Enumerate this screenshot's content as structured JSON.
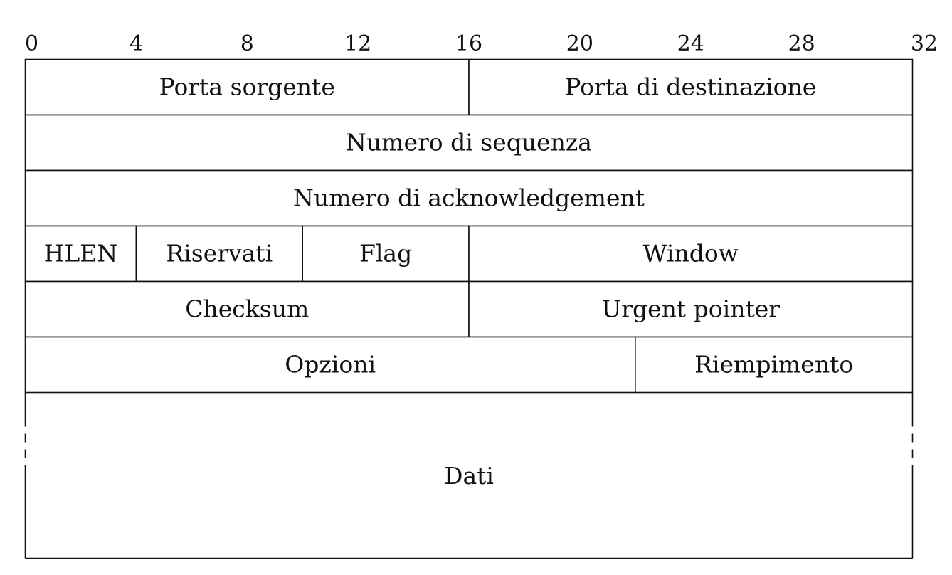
{
  "bit_scale": [
    "0",
    "4",
    "8",
    "12",
    "16",
    "20",
    "24",
    "28",
    "32"
  ],
  "rows": [
    {
      "fields": [
        {
          "label": "Porta sorgente",
          "bits": 16
        },
        {
          "label": "Porta di destinazione",
          "bits": 16
        }
      ]
    },
    {
      "fields": [
        {
          "label": "Numero di sequenza",
          "bits": 32
        }
      ]
    },
    {
      "fields": [
        {
          "label": "Numero di acknowledgement",
          "bits": 32
        }
      ]
    },
    {
      "fields": [
        {
          "label": "HLEN",
          "bits": 4
        },
        {
          "label": "Riservati",
          "bits": 6
        },
        {
          "label": "Flag",
          "bits": 6
        },
        {
          "label": "Window",
          "bits": 16
        }
      ]
    },
    {
      "fields": [
        {
          "label": "Checksum",
          "bits": 16
        },
        {
          "label": "Urgent pointer",
          "bits": 16
        }
      ]
    },
    {
      "fields": [
        {
          "label": "Opzioni",
          "bits": 22
        },
        {
          "label": "Riempimento",
          "bits": 10
        }
      ]
    }
  ],
  "data_area": {
    "label": "Dati"
  }
}
